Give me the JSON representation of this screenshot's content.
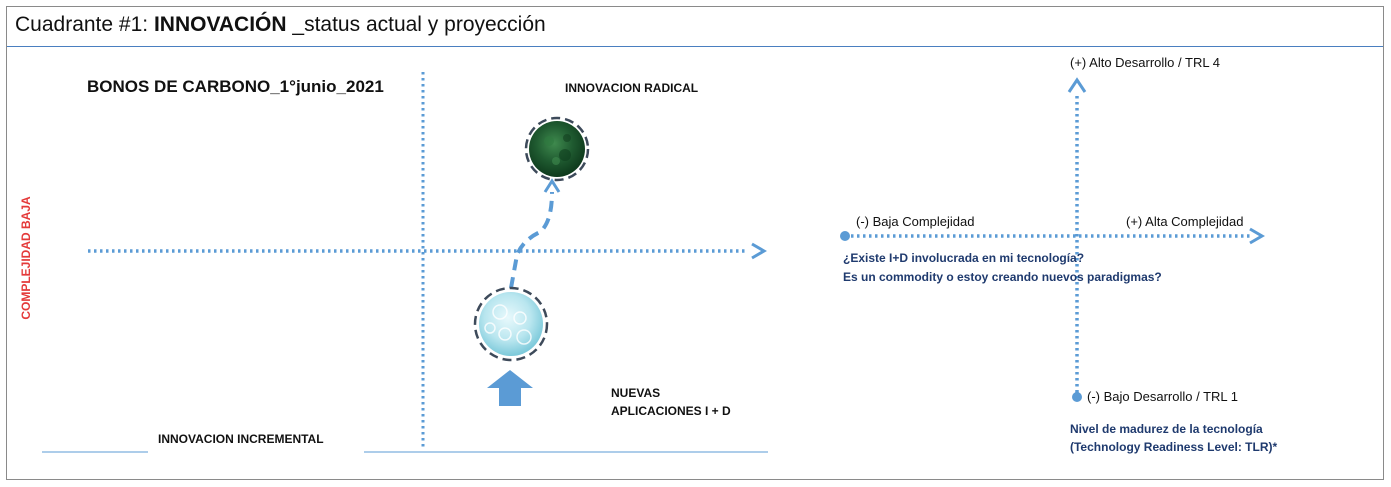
{
  "title": {
    "prefix": "Cuadrante #1: ",
    "emphasis": "INNOVACIÓN",
    "suffix": " _status actual y proyección"
  },
  "left_quadrant": {
    "heading": "BONOS DE CARBONO_1°junio_2021",
    "top_label": "INNOVACION RADICAL",
    "side_label": "COMPLEJIDAD BAJA",
    "bottom_label": "INNOVACION INCREMENTAL",
    "new_apps_line1": "NUEVAS",
    "new_apps_line2": "APLICACIONES I + D"
  },
  "right_axes": {
    "top_label": "(+) Alto Desarrollo / TRL 4",
    "left_label": "(-) Baja Complejidad",
    "right_label": "(+) Alta Complejidad",
    "bottom_label": "(-) Bajo Desarrollo / TRL 1",
    "question_line1": "¿Existe I+D involucrada en mi tecnología?",
    "question_line2": "Es un commodity o estoy creando nuevos paradigmas?",
    "maturity_line1": "Nivel de madurez de la tecnología",
    "maturity_line2": "(Technology Readiness Level: TLR)*"
  },
  "colors": {
    "axis_blue": "#5b9bd5",
    "accent_red": "#e43a3a",
    "navy_text": "#1f3a6e",
    "green_circle": "#1f5a30",
    "cyan_circle": "#b9e6ef"
  },
  "icons": {
    "up_arrow": "up-arrow-icon",
    "green_dot": "green-texture-circle-icon",
    "cyan_dot": "cyan-bubbles-circle-icon"
  }
}
